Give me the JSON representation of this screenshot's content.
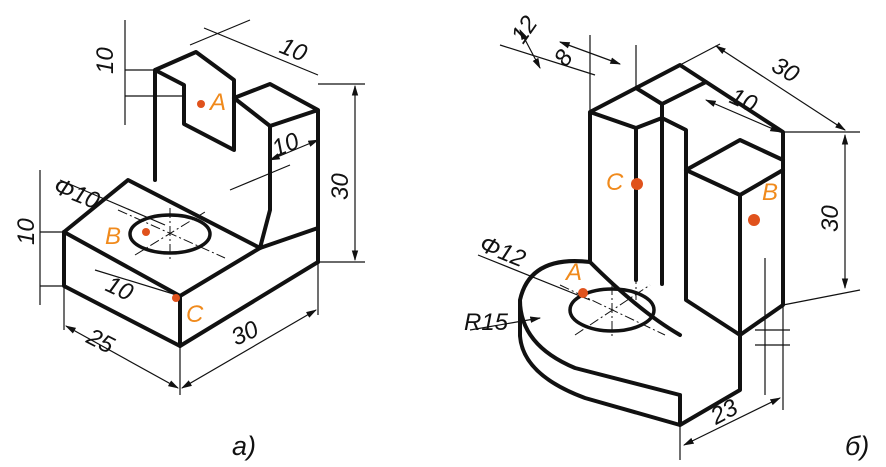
{
  "accent_color": "#f08a1c",
  "point_color": "#e0521c",
  "figure_a": {
    "caption": "a)",
    "dims": {
      "slot_height": "10",
      "slot_width": "10",
      "right_step": "10",
      "height": "30",
      "hole_dia": "Φ10",
      "base_height": "10",
      "hole_offset": "10",
      "length": "25",
      "width": "30"
    },
    "points": {
      "a": "A",
      "b": "B",
      "c": "C"
    }
  },
  "figure_b": {
    "caption": "б)",
    "dims": {
      "top_12": "12",
      "top_8": "8",
      "length": "30",
      "rib": "10",
      "height": "30",
      "hole_dia": "Φ12",
      "radius": "R15",
      "base_depth": "23"
    },
    "points": {
      "a": "A",
      "b": "B",
      "c": "C"
    }
  }
}
